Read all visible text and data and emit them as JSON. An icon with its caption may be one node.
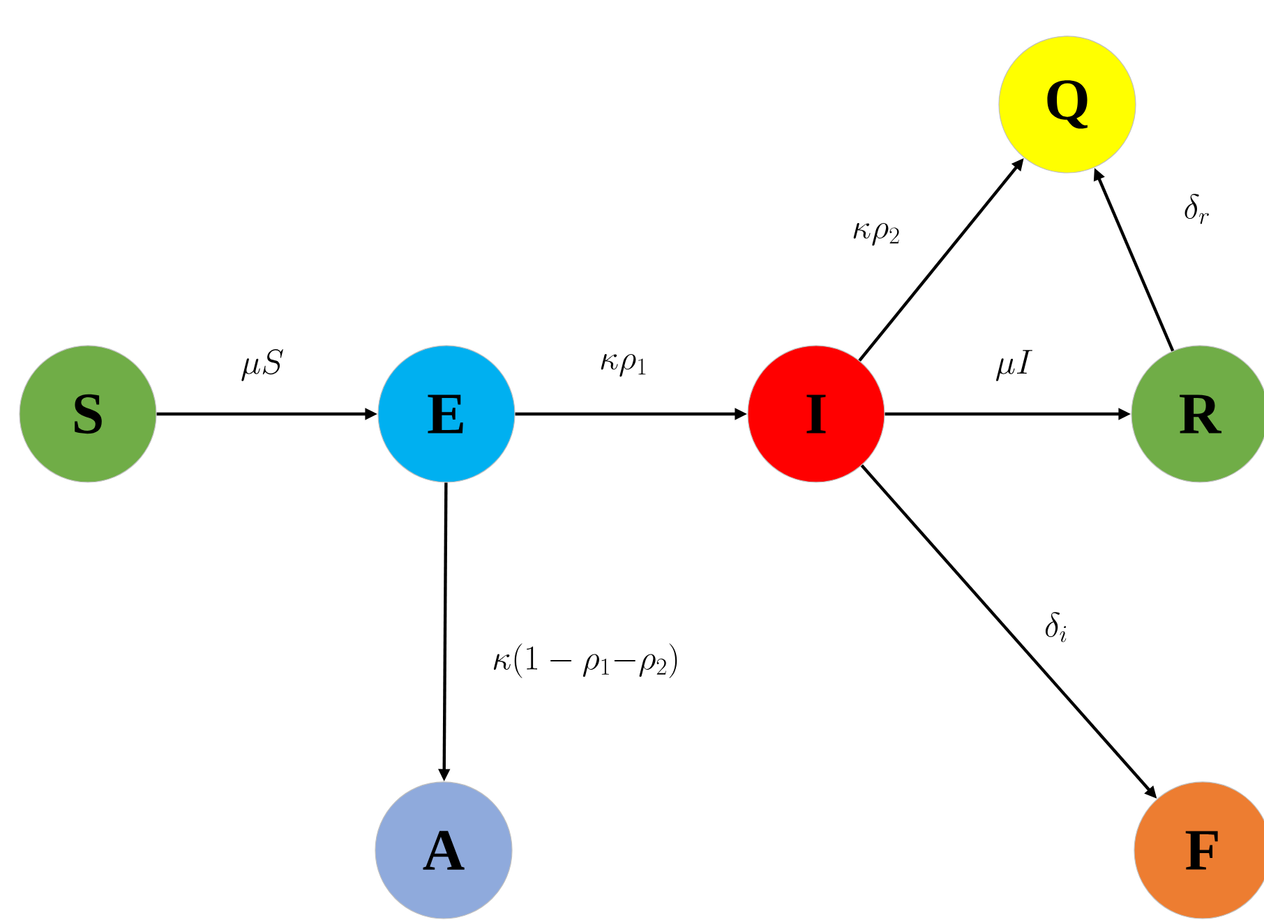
{
  "diagram": {
    "nodes": [
      {
        "text": [
          "S"
        ]
      },
      {
        "text": [
          "E"
        ]
      },
      {
        "text": [
          "I"
        ]
      },
      {
        "text": [
          "Q"
        ]
      },
      {
        "text": [
          "R"
        ]
      },
      {
        "text": [
          "A"
        ]
      },
      {
        "text": [
          "F"
        ]
      }
    ],
    "edges": [
      {
        "from": 0,
        "to": 1,
        "arrow": "to",
        "label": "\\mu S"
      },
      {
        "from": 1,
        "to": 2,
        "arrow": "to",
        "label": "\\kappa\\rho_1"
      },
      {
        "from": 2,
        "to": 3,
        "arrow": "to",
        "label": "\\kappa\\rho_2"
      },
      {
        "from": 4,
        "to": 3,
        "arrow": "to",
        "label": "\\delta_r"
      },
      {
        "from": 2,
        "to": 4,
        "arrow": "to",
        "label": "\\mu I"
      },
      {
        "from": 2,
        "to": 6,
        "arrow": "to",
        "label": "\\delta_i"
      },
      {
        "from": 1,
        "to": 5,
        "arrow": "to",
        "label": "\\kappa(1-\\rho_1{-}\\rho_2)"
      }
    ]
  }
}
